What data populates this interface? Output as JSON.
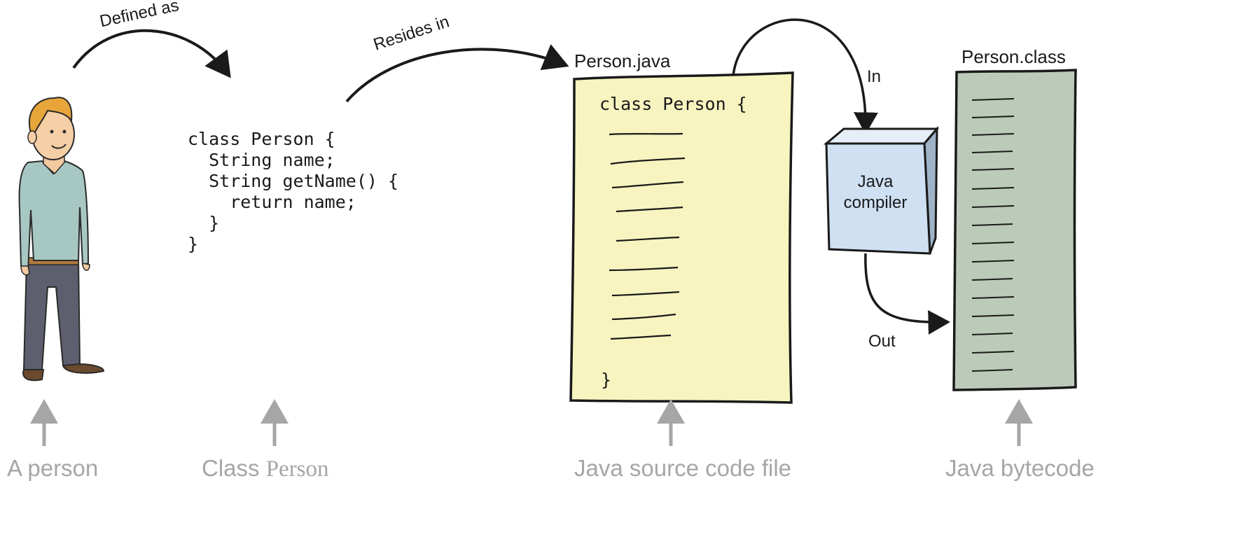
{
  "arcs": {
    "defined_as": "Defined as",
    "resides_in": "Resides in",
    "in": "In",
    "out": "Out"
  },
  "class_code": "class Person {\n  String name;\n  String getName() {\n    return name;\n  }\n}",
  "source_file": {
    "name": "Person.java",
    "first_line": "class Person {",
    "last_line": "}"
  },
  "compiler": {
    "line1": "Java",
    "line2": "compiler"
  },
  "bytecode_file": {
    "name": "Person.class"
  },
  "captions": {
    "person": "A person",
    "class_prefix": "Class ",
    "class_name": "Person",
    "source": "Java source code file",
    "bytecode": "Java bytecode"
  },
  "colors": {
    "source_paper": "#f7f4c0",
    "bytecode_paper": "#bccbb9",
    "compiler_face": "#cfe0f3",
    "caption_gray": "#a6a6a6"
  }
}
